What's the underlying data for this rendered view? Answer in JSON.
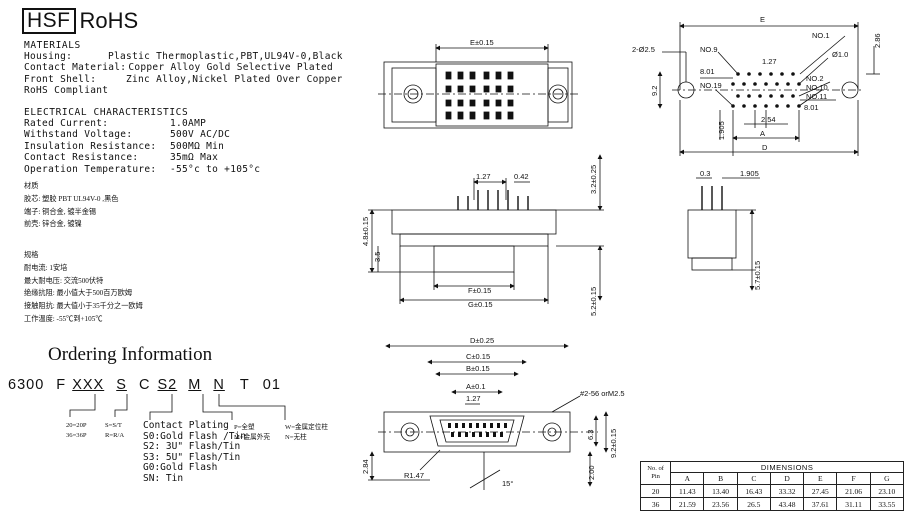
{
  "logo": {
    "box": "HSF",
    "rohs": "RoHS"
  },
  "materials": {
    "title": "MATERIALS",
    "rows": [
      {
        "label": "Housing:",
        "value": "Plastic Thermoplastic,PBT,UL94V-0,Black"
      },
      {
        "label": "Contact Material:",
        "value": "Copper Alloy Gold Selective Plated"
      },
      {
        "label": "Front Shell:",
        "value": "Zinc Alloy,Nickel Plated Over Copper"
      },
      {
        "label": "RoHS Compliant",
        "value": ""
      }
    ]
  },
  "electrical": {
    "title": "ELECTRICAL CHARACTERISTICS",
    "rows": [
      {
        "label": "Rated Current:",
        "value": "1.0AMP"
      },
      {
        "label": "Withstand Voltage:",
        "value": "500V AC/DC"
      },
      {
        "label": "Insulation Resistance:",
        "value": "500MΩ Min"
      },
      {
        "label": "Contact Resistance:",
        "value": "35mΩ Max"
      },
      {
        "label": "Operation Temperature:",
        "value": "-55°c to +105°c"
      }
    ]
  },
  "cn_materials": [
    "材质",
    "胶芯: 塑胶 PBT UL94V-0 ,黑色",
    "端子: 铜合金, 镀半金锡",
    "前壳: 锌合金, 镀镍"
  ],
  "cn_specs": [
    "规格",
    "耐电流: 1安培",
    "最大耐电压: 交流500伏特",
    "绝缘抗阻: 最小值大于500百万欧姆",
    "接触阻抗: 最大值小于35千分之一欧姆",
    "工作温度: -55℃到+105℃"
  ],
  "ordering": {
    "title": "Ordering Information",
    "segments": [
      "6300",
      "F",
      "XXX",
      "S",
      "C",
      "S2",
      "M",
      "N",
      "T",
      "01"
    ],
    "pin_notes": [
      "20=20P",
      "36=36P"
    ],
    "type_notes": [
      "S=S/T",
      "R=R/A"
    ],
    "plating_title": "Contact Plating",
    "plating_options": [
      "S0:Gold Flash /Tin",
      "S2: 3U\" Flash/Tin",
      "S3: 5U\" Flash/Tin",
      "G0:Gold Flash",
      "SN: Tin"
    ],
    "m_notes": [
      "P=全塑",
      "M=金属外壳"
    ],
    "n_notes": [
      "W=金属定位柱",
      "N=无柱"
    ]
  },
  "drawing_labels": {
    "e_015": "E±0.15",
    "e": "E",
    "phi25": "2-Ø2.5",
    "no9": "NO.9",
    "no1": "NO.1",
    "no2": "NO.2",
    "no10": "NO.10",
    "no11": "NO.11",
    "no19": "NO.19",
    "d127a": "1.27",
    "d801a": "8.01",
    "d801b": "8.01",
    "phi1": "Ø1.0",
    "d286": "2.86",
    "d92": "9.2",
    "d1905a": "1.905",
    "d254": "2.54",
    "a": "A",
    "d": "D",
    "d127b": "1.27",
    "d042": "0.42",
    "d32": "3.2±0.25",
    "d48": "4.8±0.15",
    "d35": "3.5",
    "f015": "F±0.15",
    "g015": "G±0.15",
    "d52": "5.2±0.15",
    "d03": "0.3",
    "d1905b": "1.905",
    "d57": "5.7±0.15",
    "d025": "D±0.25",
    "c015": "C±0.15",
    "b015": "B±0.15",
    "a01": "A±0.1",
    "d127c": "1.27",
    "m25": "#2-56 orM2.5",
    "d63": "6.3",
    "d92b": "9.2±0.15",
    "d284": "2.84",
    "r147": "R1.47",
    "d15deg": "15°",
    "d200": "2.00"
  },
  "dim_table": {
    "corner": [
      "No. of",
      "Pin"
    ],
    "group_header": "DIMENSIONS",
    "columns": [
      "A",
      "B",
      "C",
      "D",
      "E",
      "F",
      "G"
    ],
    "rows": [
      {
        "pin": "20",
        "values": [
          "11.43",
          "13.40",
          "16.43",
          "33.32",
          "27.45",
          "21.06",
          "23.10"
        ]
      },
      {
        "pin": "36",
        "values": [
          "21.59",
          "23.56",
          "26.5",
          "43.48",
          "37.61",
          "31.11",
          "33.55"
        ]
      }
    ]
  }
}
